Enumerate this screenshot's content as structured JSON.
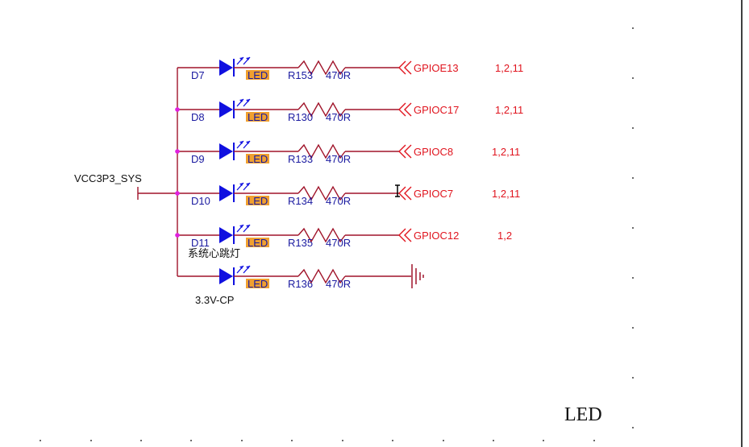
{
  "supply": {
    "net": "VCC3P3_SYS"
  },
  "rows": [
    {
      "ref": "D7",
      "led": "LED",
      "res": "R153",
      "val": "470R",
      "net": "GPIOE13",
      "sheets": "1,2,11",
      "end": "port"
    },
    {
      "ref": "D8",
      "led": "LED",
      "res": "R130",
      "val": "470R",
      "net": "GPIOC17",
      "sheets": "1,2,11",
      "end": "port"
    },
    {
      "ref": "D9",
      "led": "LED",
      "res": "R133",
      "val": "470R",
      "net": "GPIOC8",
      "sheets": "1,2,11",
      "end": "port"
    },
    {
      "ref": "D10",
      "led": "LED",
      "res": "R134",
      "val": "470R",
      "net": "GPIOC7",
      "sheets": "1,2,11",
      "end": "port",
      "note": "cursor"
    },
    {
      "ref": "D11",
      "led": "LED",
      "res": "R135",
      "val": "470R",
      "net": "GPIOC12",
      "sheets": "1,2",
      "end": "port",
      "caption": "系统心跳灯"
    },
    {
      "ref": "",
      "led": "LED",
      "res": "R136",
      "val": "470R",
      "net": "",
      "sheets": "",
      "end": "ground",
      "caption": "3.3V-CP"
    }
  ],
  "sheet_title": "LED",
  "colors": {
    "wire": "#a0142a",
    "text_blue": "#1a1aa0",
    "net_red": "#e0141e",
    "junction": "#e020e0",
    "diode": "#1010e0",
    "led_badge": "#f0a030"
  }
}
